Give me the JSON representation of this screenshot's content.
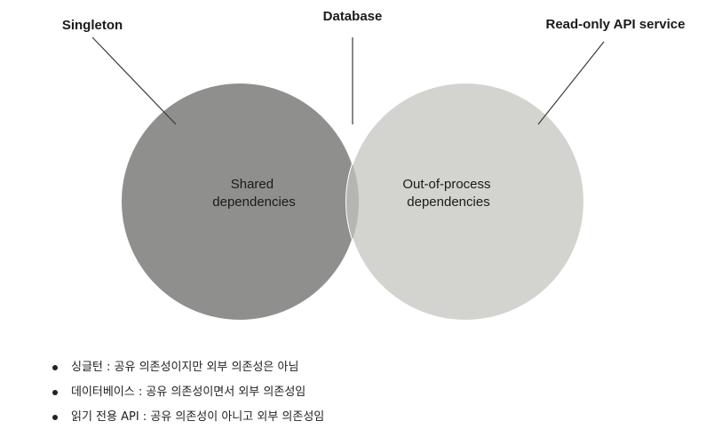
{
  "labels": {
    "singleton": "Singleton",
    "database": "Database",
    "read_only_api": "Read-only API service"
  },
  "sets": {
    "shared": [
      "Shared",
      "dependencies"
    ],
    "out_of_process": [
      "Out-of-process",
      "dependencies"
    ]
  },
  "notes": [
    "싱글턴 : 공유 의존성이지만 외부 의존성은 아님",
    "데이터베이스 : 공유 의존성이면서 외부 의존성임",
    "읽기 전용 API : 공유 의존성이 아니고 외부 의존성임"
  ],
  "colors": {
    "shared_fill": "#8f908d",
    "out_of_process_fill": "#d3d3cf",
    "overlap_fill": "#b5b5b1",
    "circle_stroke": "#ffffff",
    "line": "#3a3a3a"
  }
}
